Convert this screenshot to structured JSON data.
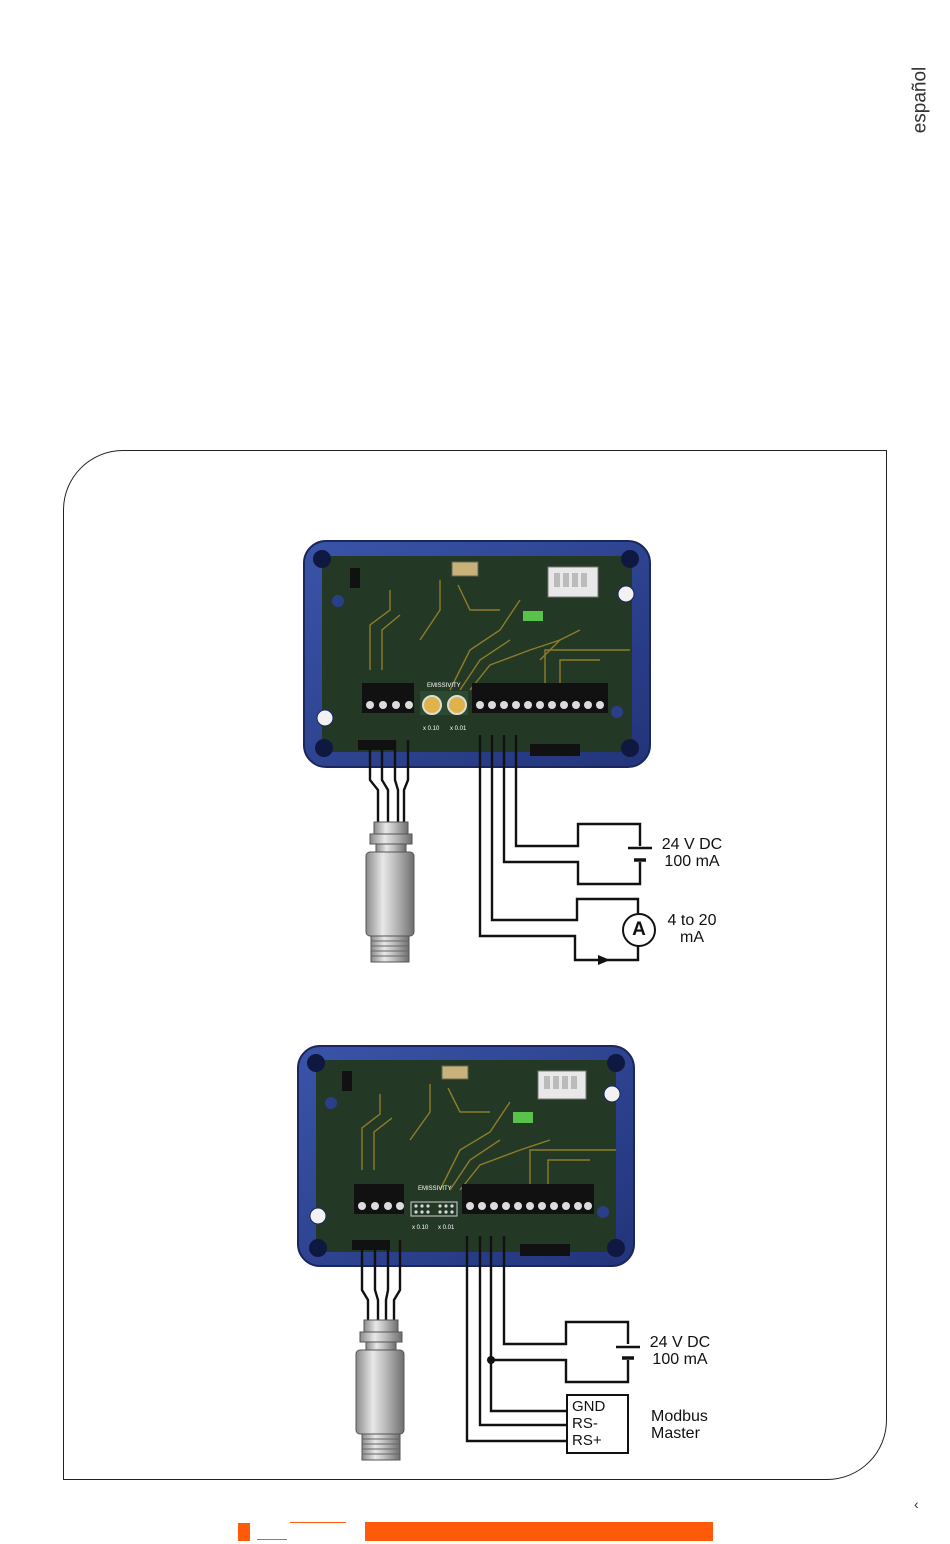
{
  "page": {
    "side_label": "español",
    "page_number": "‹"
  },
  "top_diagram": {
    "supply": {
      "line1": "24 V DC",
      "line2": "100 mA"
    },
    "ammeter": {
      "symbol": "A",
      "line1": "4 to 20",
      "line2": "mA"
    },
    "board": {
      "emissivity_label": "EMISSIVITY",
      "x010": "x 0.10",
      "x001": "x 0.01"
    }
  },
  "bottom_diagram": {
    "supply": {
      "line1": "24 V DC",
      "line2": "100 mA"
    },
    "modbus": {
      "gnd": "GND",
      "rs_minus": "RS-",
      "rs_plus": "RS+",
      "line1": "Modbus",
      "line2": "Master"
    },
    "board": {
      "emissivity_label": "EMISSIVITY",
      "x010": "x 0.10",
      "x001": "x 0.01"
    }
  },
  "colors": {
    "enclosure": "#2b3f8c",
    "pcb": "#243826",
    "accent_bar": "#ff5a0a"
  }
}
